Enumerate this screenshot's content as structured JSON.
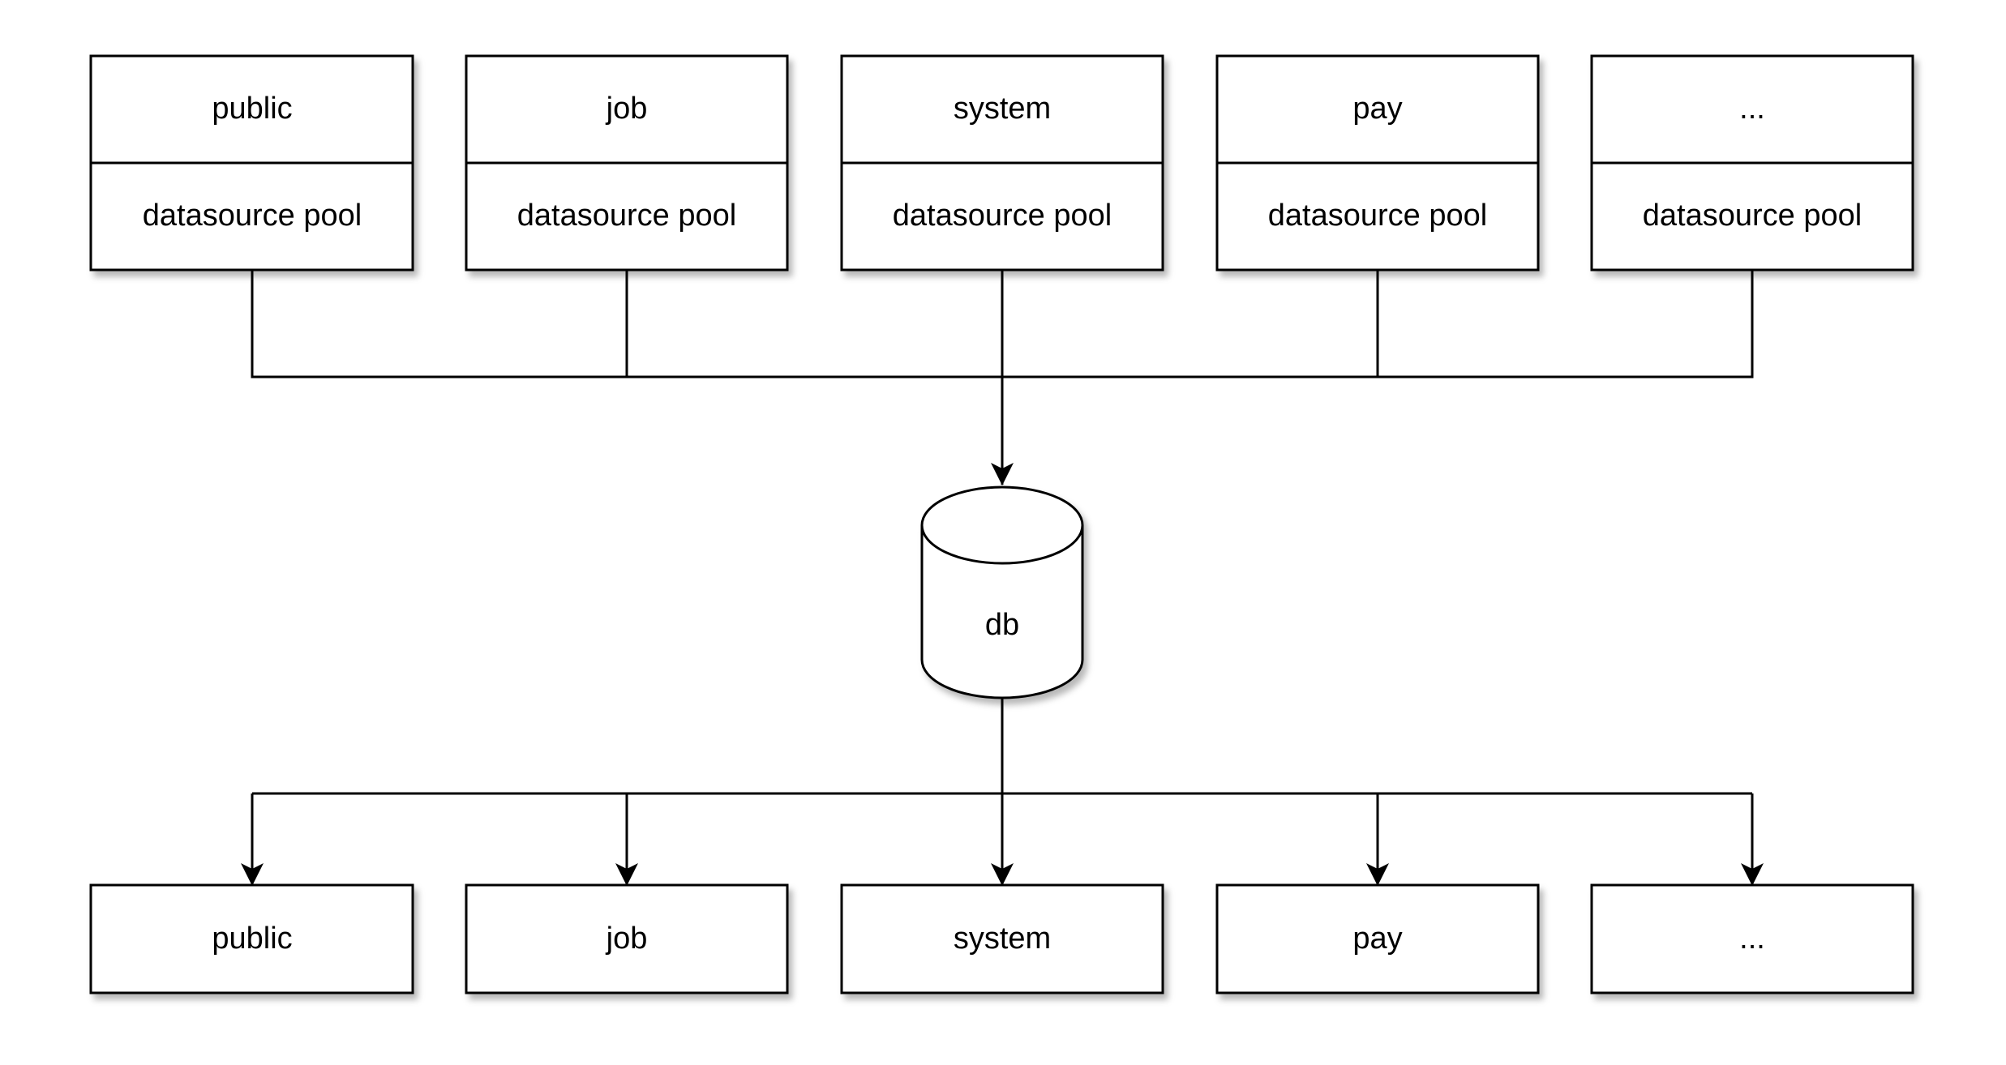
{
  "top_services": [
    {
      "name": "public",
      "pool": "datasource pool"
    },
    {
      "name": "job",
      "pool": "datasource pool"
    },
    {
      "name": "system",
      "pool": "datasource pool"
    },
    {
      "name": "pay",
      "pool": "datasource pool"
    },
    {
      "name": "...",
      "pool": "datasource pool"
    }
  ],
  "database": {
    "label": "db"
  },
  "bottom_schemas": [
    {
      "name": "public"
    },
    {
      "name": "job"
    },
    {
      "name": "system"
    },
    {
      "name": "pay"
    },
    {
      "name": "..."
    }
  ],
  "colors": {
    "stroke": "#000000",
    "fill": "#ffffff"
  }
}
